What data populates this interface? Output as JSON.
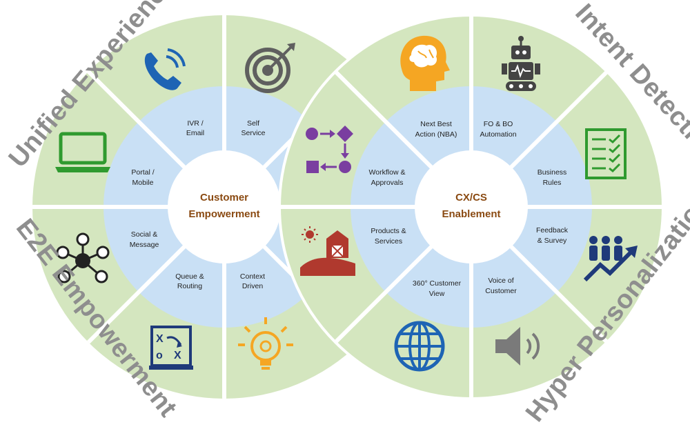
{
  "corners": {
    "top_left": "Unified Experience",
    "top_right": "Intent Detection",
    "bottom_left": "E2E Empowerment",
    "bottom_right": "Hyper Personalization"
  },
  "left_hub": {
    "line1": "Customer",
    "line2": "Empowerment"
  },
  "right_hub": {
    "line1": "CX/CS",
    "line2": "Enablement"
  },
  "left_segments": [
    {
      "line1": "IVR /",
      "line2": "Email",
      "icon": "phone-icon"
    },
    {
      "line1": "Self",
      "line2": "Service",
      "icon": "target-icon"
    },
    {
      "line1": "Portal /",
      "line2": "Mobile",
      "icon": "laptop-icon"
    },
    {
      "line1": "Social &",
      "line2": "Message",
      "icon": "network-icon"
    },
    {
      "line1": "Queue &",
      "line2": "Routing",
      "icon": "strategy-board-icon"
    },
    {
      "line1": "Context",
      "line2": "Driven",
      "icon": "lightbulb-icon"
    }
  ],
  "right_segments": [
    {
      "line1": "Next Best",
      "line2": "Action (NBA)",
      "icon": "brain-head-icon"
    },
    {
      "line1": "FO & BO",
      "line2": "Automation",
      "icon": "robot-icon"
    },
    {
      "line1": "Workflow &",
      "line2": "Approvals",
      "icon": "workflow-icon"
    },
    {
      "line1": "Business",
      "line2": "Rules",
      "icon": "checklist-icon"
    },
    {
      "line1": "Products &",
      "line2": "Services",
      "icon": "farm-barn-icon"
    },
    {
      "line1": "Feedback",
      "line2": "& Survey",
      "icon": "people-growth-icon"
    },
    {
      "line1": "360° Customer",
      "line2": "View",
      "icon": "globe-icon"
    },
    {
      "line1": "Voice of",
      "line2": "Customer",
      "icon": "speaker-icon"
    }
  ],
  "colors": {
    "outer_ring": "#d4e6bf",
    "inner_ring": "#c9e0f5",
    "hub_text": "#8a4a12",
    "corner_text": "#8e8e8e",
    "divider": "#ffffff"
  }
}
